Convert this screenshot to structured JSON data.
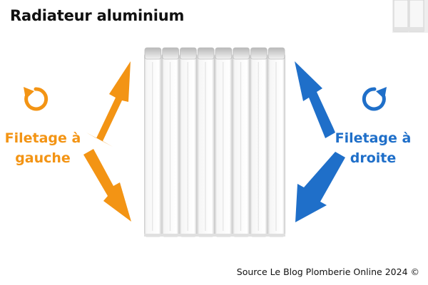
{
  "title": "Radiateur aluminium",
  "left": {
    "label_line1": "Filetage à",
    "label_line2": "gauche",
    "color": "#F39414",
    "icon": "counterclockwise-arrow-icon"
  },
  "right": {
    "label_line1": "Filetage à",
    "label_line2": "droite",
    "color": "#1F6FC9",
    "icon": "clockwise-arrow-icon"
  },
  "radiator": {
    "sections": 8
  },
  "footer": "Source Le Blog Plomberie Online 2024 ©"
}
